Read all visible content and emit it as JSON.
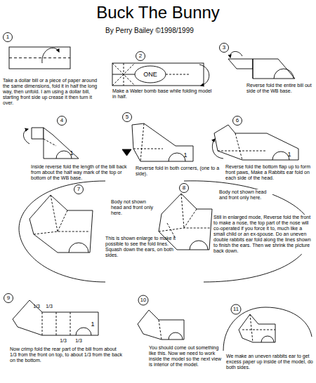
{
  "diagram": {
    "title": "Buck The Bunny",
    "labels": [
      "By Perry Bailey ©1998/1999",
      "1",
      "Take a dollar bill or a piece of paper around the same dimensions, fold it in half the long way, then unfold. I am using a dollar bill, starting front side up crease it then turn it over.",
      "2",
      "ONE",
      "Make a Water bomb base while folding model in half.",
      "3",
      "Reverse fold the entire bill out side of the WB base.",
      "4",
      "1",
      "Inside reverse fold the length of the bill back from about the half way mark of the top or bottom of the WB base.",
      "5",
      "1",
      "Reverse fold in both corners, (one to a side).",
      "6",
      "1",
      "Reverse fold the bottom flap up to form front paws, Make a Rabbits ear fold on each side of the head.",
      "7",
      "Body not shown head and front only here.",
      "This is shown enlarge to make it possible to see the fold lines. Squash down the ears, on both sides.",
      "8",
      "Body not shown head and front only here.",
      "Still in enlarged mode, Reverse fold the front to make a nose, the top part of the nose will co-operated if you force it to, much like a small child or an ex-spouse. Do an uneven double rabbits ear fold along the lines shown to finish the ears. Then we shrink the picture back down.",
      "9",
      "1/3",
      "1/3",
      "1/3",
      "1/3",
      "1",
      "Now crimp fold the rear part of the bill from about 1/3 from the front on top, to about 1/3 from the back on the bottom.",
      "10",
      "You should come out something like this. Now we need to work inside the model so the next view is interior of the model.",
      "11",
      "We make an uneven rabbits ear to get excess paper up inside of the model, do both sides."
    ]
  }
}
